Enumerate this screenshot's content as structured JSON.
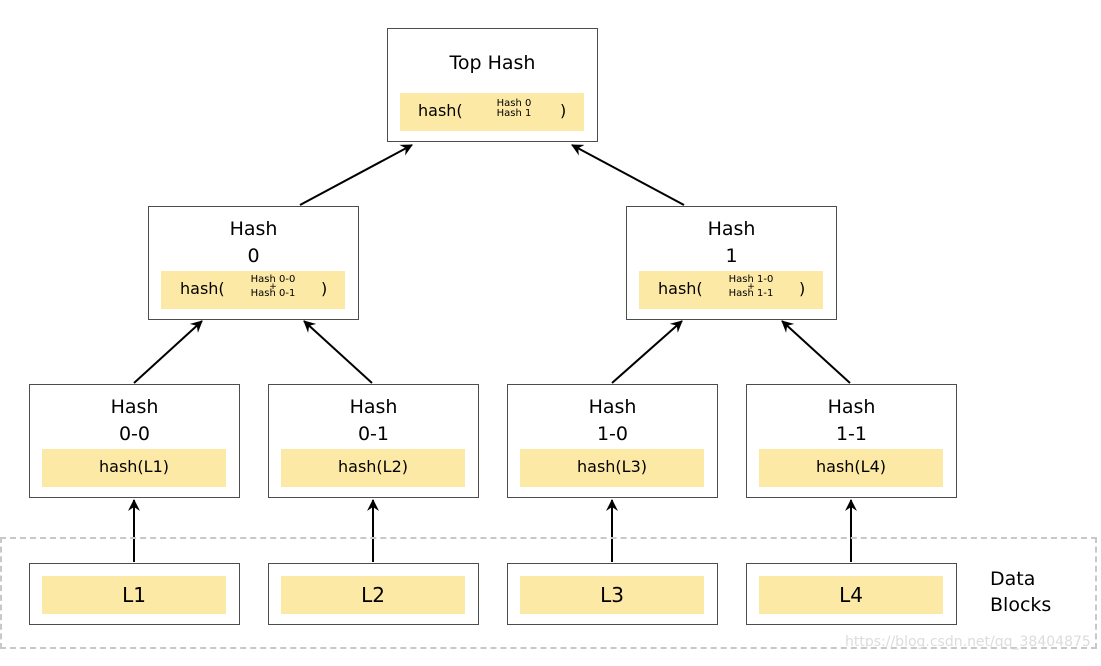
{
  "top": {
    "title": "Top Hash",
    "fn": "hash(",
    "op1": "Hash 0",
    "op2": "Hash 1",
    "close": ")"
  },
  "h0": {
    "title1": "Hash",
    "title2": "0",
    "fn": "hash(",
    "op1": "Hash 0-0",
    "plus": "+",
    "op2": "Hash 0-1",
    "close": ")"
  },
  "h1": {
    "title1": "Hash",
    "title2": "1",
    "fn": "hash(",
    "op1": "Hash 1-0",
    "plus": "+",
    "op2": "Hash 1-1",
    "close": ")"
  },
  "h00": {
    "title1": "Hash",
    "title2": "0-0",
    "value": "hash(L1)"
  },
  "h01": {
    "title1": "Hash",
    "title2": "0-1",
    "value": "hash(L2)"
  },
  "h10": {
    "title1": "Hash",
    "title2": "1-0",
    "value": "hash(L3)"
  },
  "h11": {
    "title1": "Hash",
    "title2": "1-1",
    "value": "hash(L4)"
  },
  "leaves": [
    "L1",
    "L2",
    "L3",
    "L4"
  ],
  "data_blocks_label": "Data\nBlocks",
  "watermark": "https://blog.csdn.net/qq_38404875",
  "colors": {
    "hash_fill": "#fde9a6",
    "border": "#4d4d4d",
    "dashed_frame": "#c8c8c8"
  }
}
